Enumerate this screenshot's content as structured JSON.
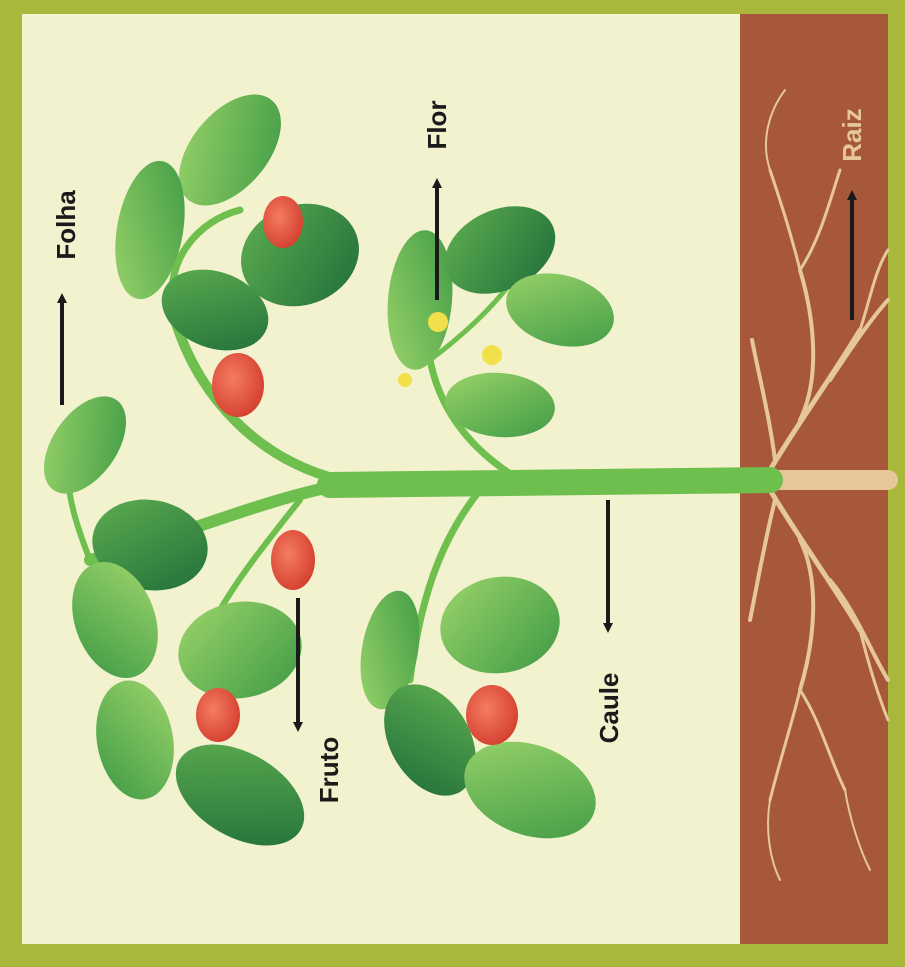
{
  "labels": {
    "folha": "Folha",
    "flor": "Flor",
    "raiz": "Raiz",
    "fruto": "Fruto",
    "caule": "Caule"
  },
  "colors": {
    "frame": "#a8b83a",
    "background": "#f2f2cf",
    "soil": "#a8583a",
    "root": "#e6c79a",
    "stem": "#6fbf4f",
    "leaf_dark": "#2f8a3e",
    "leaf_light": "#8ccf5c",
    "fruit": "#e24a3a",
    "flower": "#f1e04a",
    "arrow": "#1a1a1a",
    "label_text": "#1a1a1a",
    "raiz_text": "#e6c79a"
  }
}
